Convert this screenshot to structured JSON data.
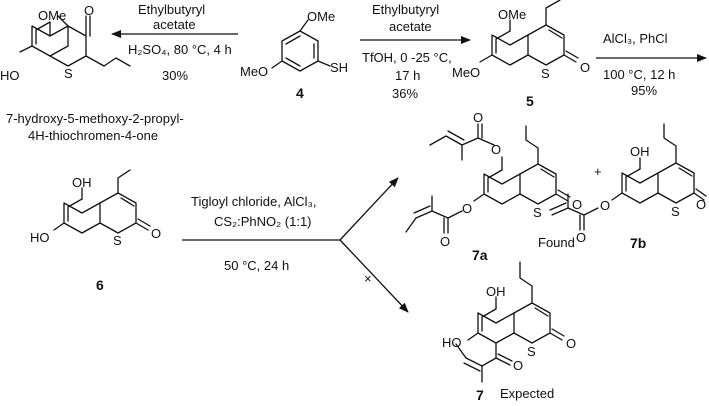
{
  "atoms": {
    "O": "O",
    "OH": "OH",
    "HO": "HO",
    "OMe": "OMe",
    "MeO": "MeO",
    "S": "S",
    "SH": "SH"
  },
  "compounds": {
    "c4": "4",
    "c5": "5",
    "c6": "6",
    "c7a": "7a",
    "c7b": "7b",
    "c7": "7"
  },
  "reaction_left": {
    "reagent1": "Ethylbutyryl",
    "reagent2": "acetate",
    "cond1": "H₂SO₄, 80 °C, 4 h",
    "yield": "30%"
  },
  "side_product_name": {
    "line1": "7-hydroxy-5-methoxy-2-propyl-",
    "line2": "4H-thiochromen-4-one"
  },
  "reaction_right": {
    "reagent1": "Ethylbutyryl",
    "reagent2": "acetate",
    "cond1": "TfOH, 0 -25 °C,",
    "cond2": "17 h",
    "yield": "36%"
  },
  "reaction_demethylation": {
    "cond1": "AlCl₃, PhCl",
    "cond2": "100 °C, 12 h",
    "yield": "95%"
  },
  "reaction_acylation": {
    "cond1": "Tigloyl chloride, AlCl₃,",
    "cond2": "CS₂:PhNO₂ (1:1)",
    "cond3": "50 °C, 24 h"
  },
  "misc": {
    "plus": "+",
    "found": "Found",
    "expected": "Expected",
    "cross": "×"
  }
}
